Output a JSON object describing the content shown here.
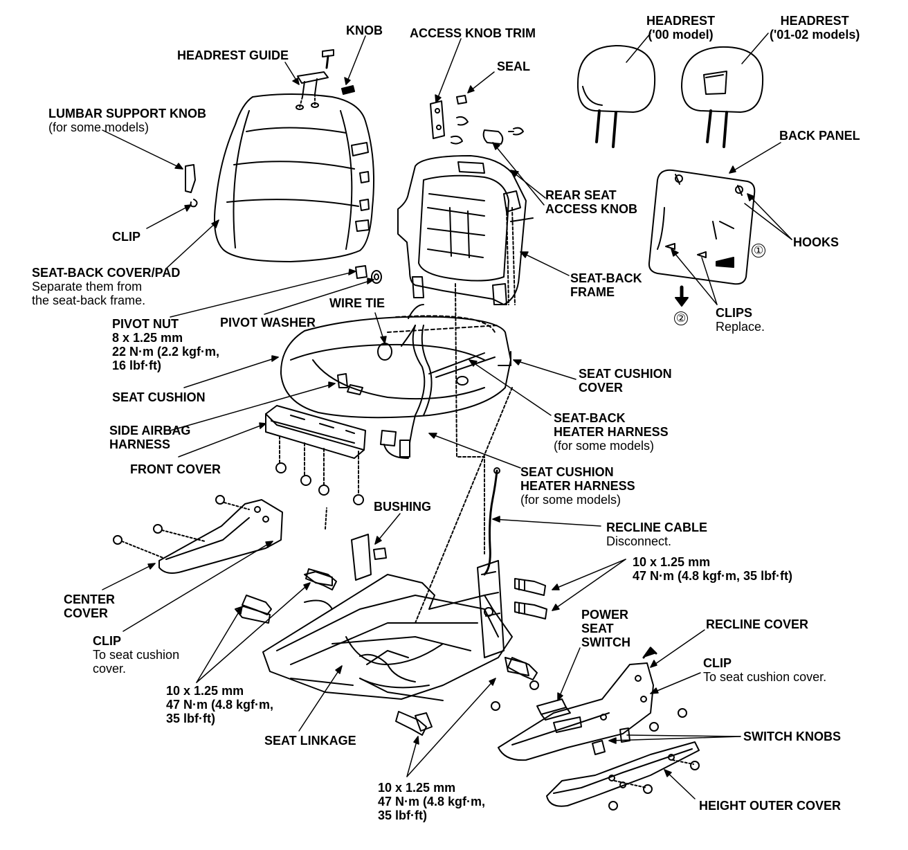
{
  "labels": {
    "knob": "KNOB",
    "access_knob_trim": "ACCESS KNOB TRIM",
    "headrest_guide": "HEADREST GUIDE",
    "seal": "SEAL",
    "headrest_00": [
      "HEADREST",
      "('00 model)"
    ],
    "headrest_01": [
      "HEADREST",
      "('01-02 models)"
    ],
    "lumbar": [
      "LUMBAR SUPPORT KNOB",
      "(for some models)"
    ],
    "back_panel": "BACK PANEL",
    "rear_seat_access_knob": [
      "REAR SEAT",
      "ACCESS KNOB"
    ],
    "clip_top": "CLIP",
    "hooks": "HOOKS",
    "seat_back_cover": [
      "SEAT-BACK COVER/PAD",
      "Separate them from",
      "the seat-back frame."
    ],
    "seat_back_frame": [
      "SEAT-BACK",
      "FRAME"
    ],
    "clips": [
      "CLIPS",
      "Replace."
    ],
    "wire_tie": "WIRE TIE",
    "pivot_nut": [
      "PIVOT NUT",
      "8 x 1.25 mm",
      "22 N·m (2.2 kgf·m,",
      "16 lbf·ft)"
    ],
    "pivot_washer": "PIVOT WASHER",
    "seat_cushion_cover": [
      "SEAT CUSHION",
      "COVER"
    ],
    "seat_cushion": "SEAT CUSHION",
    "seat_back_heater": [
      "SEAT-BACK",
      "HEATER HARNESS",
      "(for some models)"
    ],
    "side_airbag": [
      "SIDE AIRBAG",
      "HARNESS"
    ],
    "front_cover": "FRONT COVER",
    "seat_cushion_heater": [
      "SEAT CUSHION",
      "HEATER HARNESS",
      "(for some models)"
    ],
    "bushing": "BUSHING",
    "recline_cable": [
      "RECLINE CABLE",
      "Disconnect."
    ],
    "torque_right": [
      "10 x 1.25 mm",
      "47 N·m (4.8 kgf·m, 35 lbf·ft)"
    ],
    "center_cover": [
      "CENTER",
      "COVER"
    ],
    "power_seat_switch": [
      "POWER",
      "SEAT",
      "SWITCH"
    ],
    "recline_cover": "RECLINE COVER",
    "clip_center": [
      "CLIP",
      "To seat cushion",
      "cover."
    ],
    "clip_right": [
      "CLIP",
      "To seat cushion cover."
    ],
    "torque_left": [
      "10 x 1.25 mm",
      "47 N·m (4.8 kgf·m,",
      "35 lbf·ft)"
    ],
    "switch_knobs": "SWITCH KNOBS",
    "seat_linkage": "SEAT LINKAGE",
    "torque_bottom": [
      "10 x 1.25 mm",
      "47 N·m (4.8 kgf·m,",
      "35 lbf·ft)"
    ],
    "height_outer_cover": "HEIGHT OUTER COVER",
    "step_1": "①",
    "step_2": "②"
  }
}
